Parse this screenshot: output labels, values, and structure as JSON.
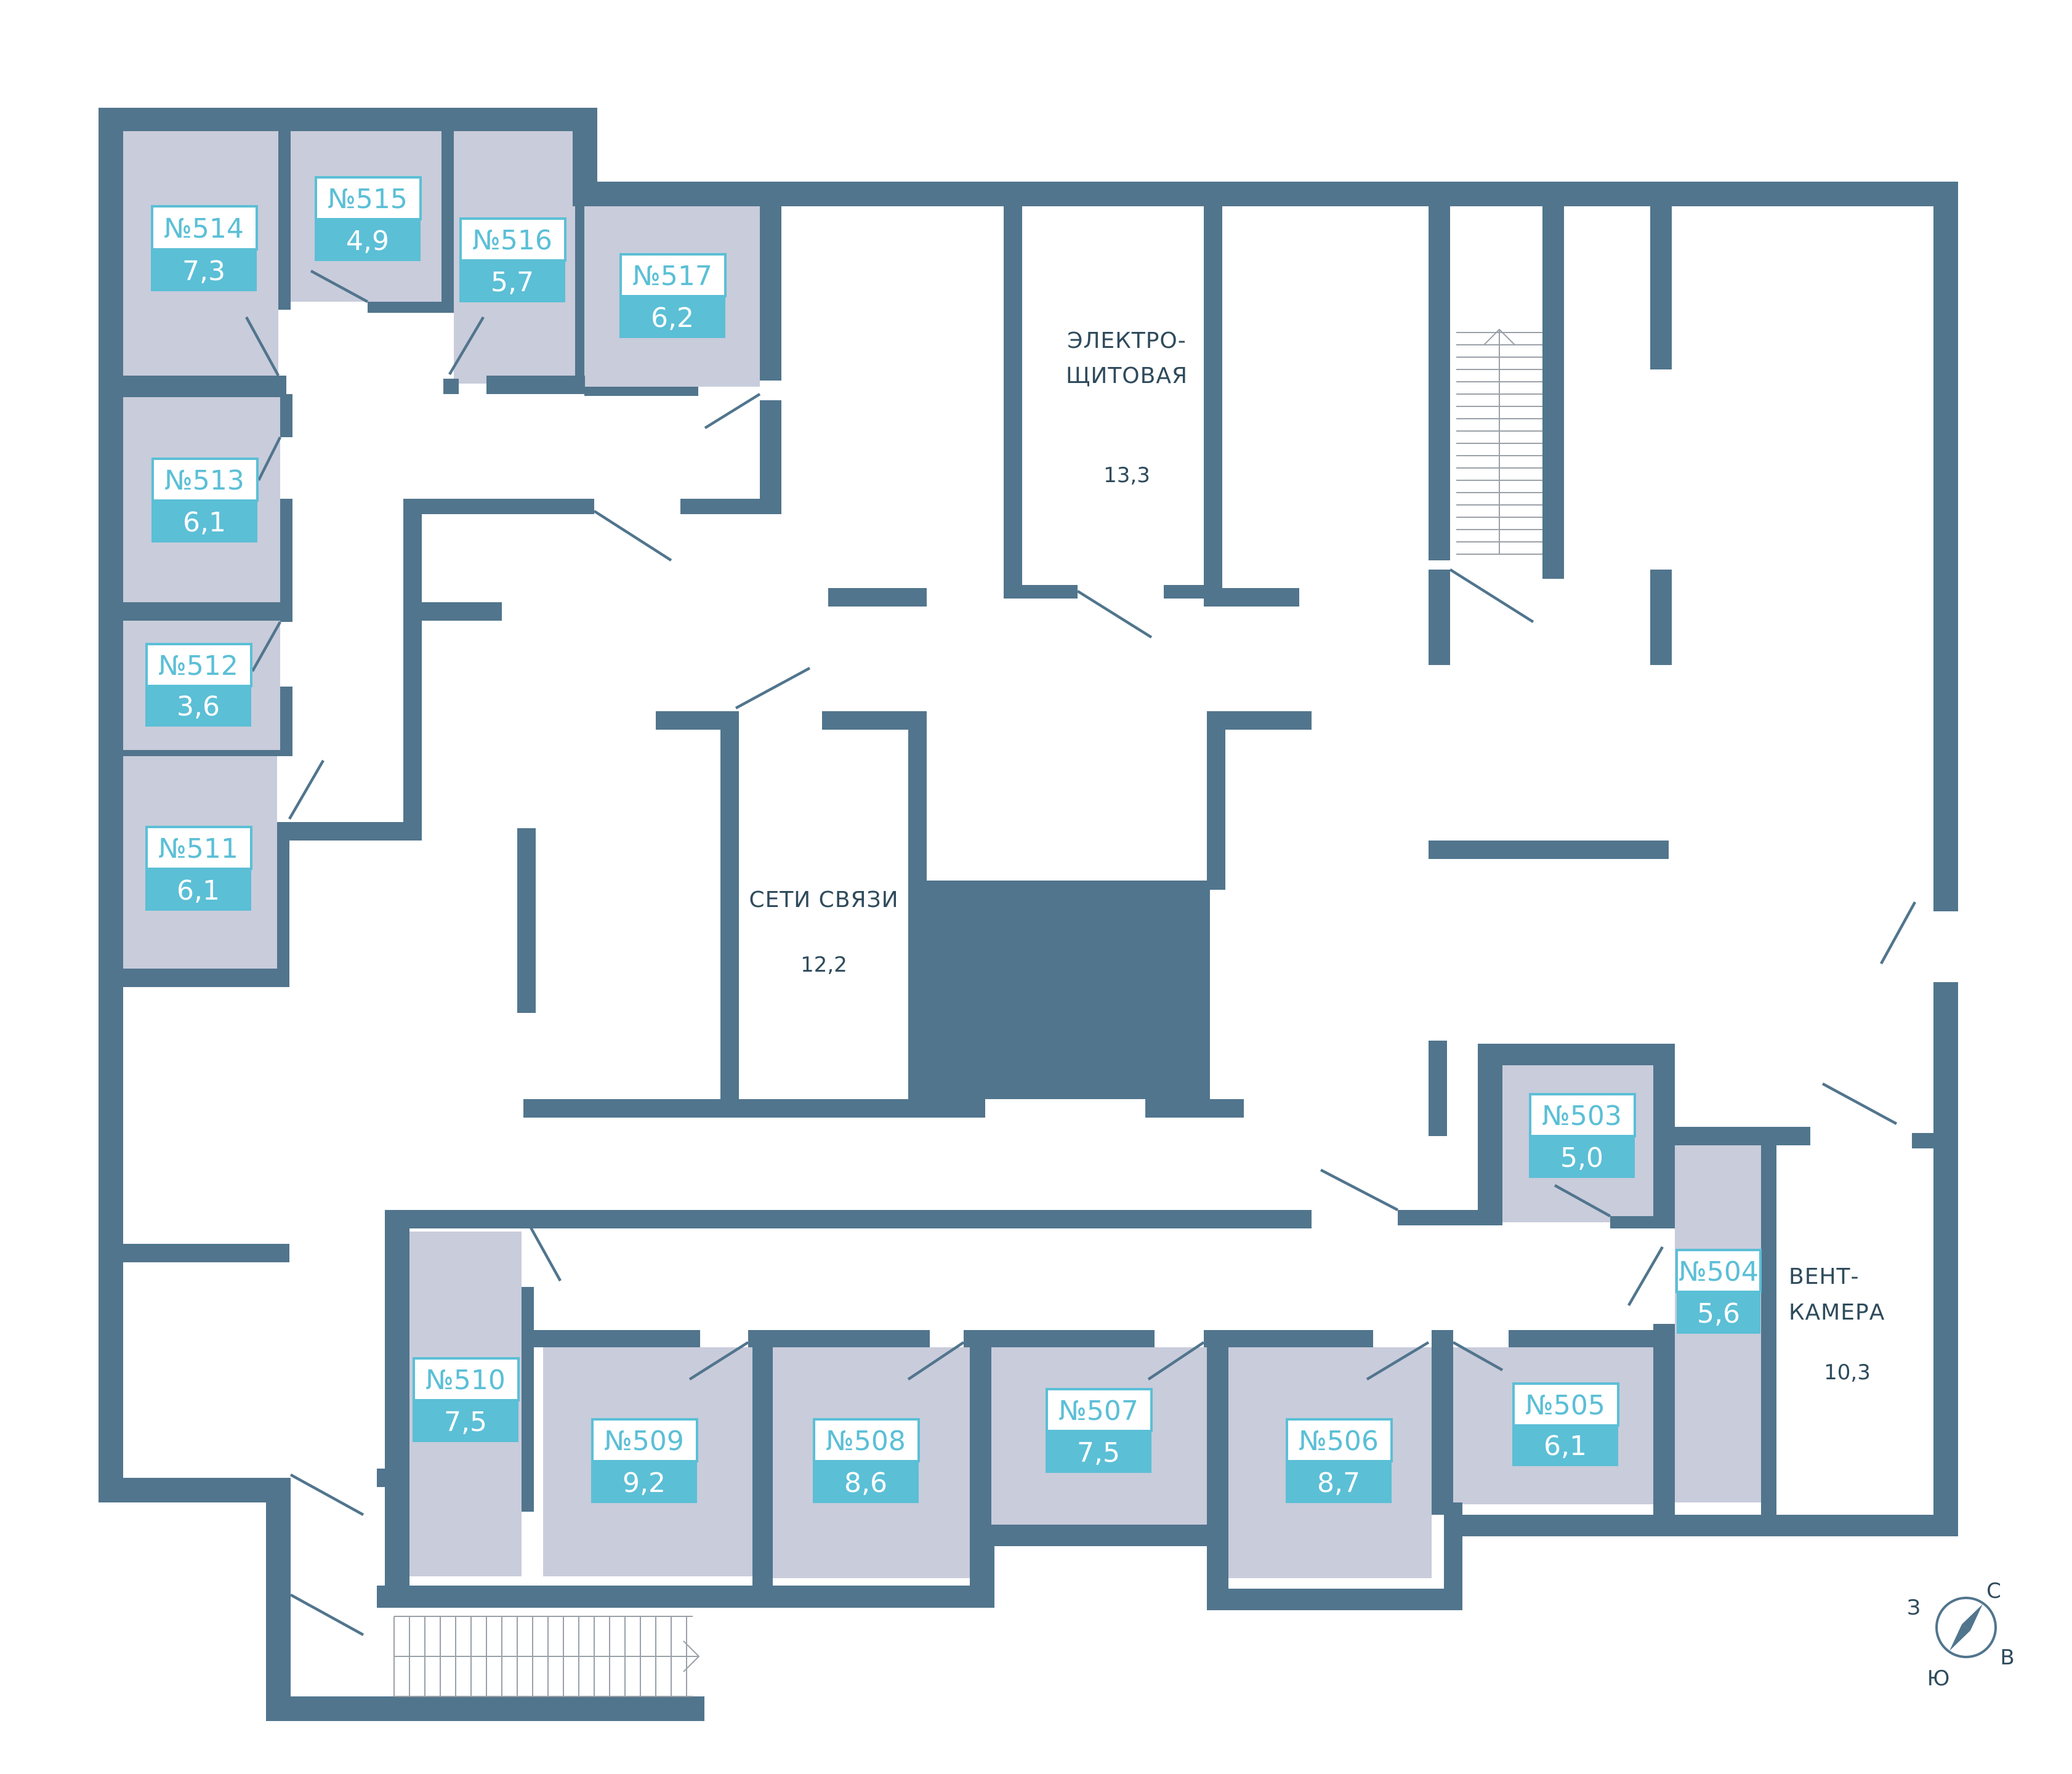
{
  "colors": {
    "wall": "#51758d",
    "storage_fill": "#c9ccdb",
    "accent": "#5bbfd6",
    "text_dark": "#2f4b5c"
  },
  "storages": [
    {
      "id": "514",
      "label": "№514",
      "area": "7,3"
    },
    {
      "id": "515",
      "label": "№515",
      "area": "4,9"
    },
    {
      "id": "516",
      "label": "№516",
      "area": "5,7"
    },
    {
      "id": "517",
      "label": "№517",
      "area": "6,2"
    },
    {
      "id": "513",
      "label": "№513",
      "area": "6,1"
    },
    {
      "id": "512",
      "label": "№512",
      "area": "3,6"
    },
    {
      "id": "511",
      "label": "№511",
      "area": "6,1"
    },
    {
      "id": "510",
      "label": "№510",
      "area": "7,5"
    },
    {
      "id": "509",
      "label": "№509",
      "area": "9,2"
    },
    {
      "id": "508",
      "label": "№508",
      "area": "8,6"
    },
    {
      "id": "507",
      "label": "№507",
      "area": "7,5"
    },
    {
      "id": "506",
      "label": "№506",
      "area": "8,7"
    },
    {
      "id": "505",
      "label": "№505",
      "area": "6,1"
    },
    {
      "id": "504",
      "label": "№504",
      "area": "5,6"
    },
    {
      "id": "503",
      "label": "№503",
      "area": "5,0"
    }
  ],
  "technical_rooms": {
    "electrical": {
      "line1": "ЭЛЕКТРО-",
      "line2": "ЩИТОВАЯ",
      "area": "13,3"
    },
    "network": {
      "line1": "СЕТИ СВЯЗИ",
      "area": "12,2"
    },
    "ventilation": {
      "line1": "ВЕНТ-",
      "line2": "КАМЕРА",
      "area": "10,3"
    }
  },
  "compass": {
    "north": "С",
    "east": "В",
    "south": "Ю",
    "west": "З"
  }
}
